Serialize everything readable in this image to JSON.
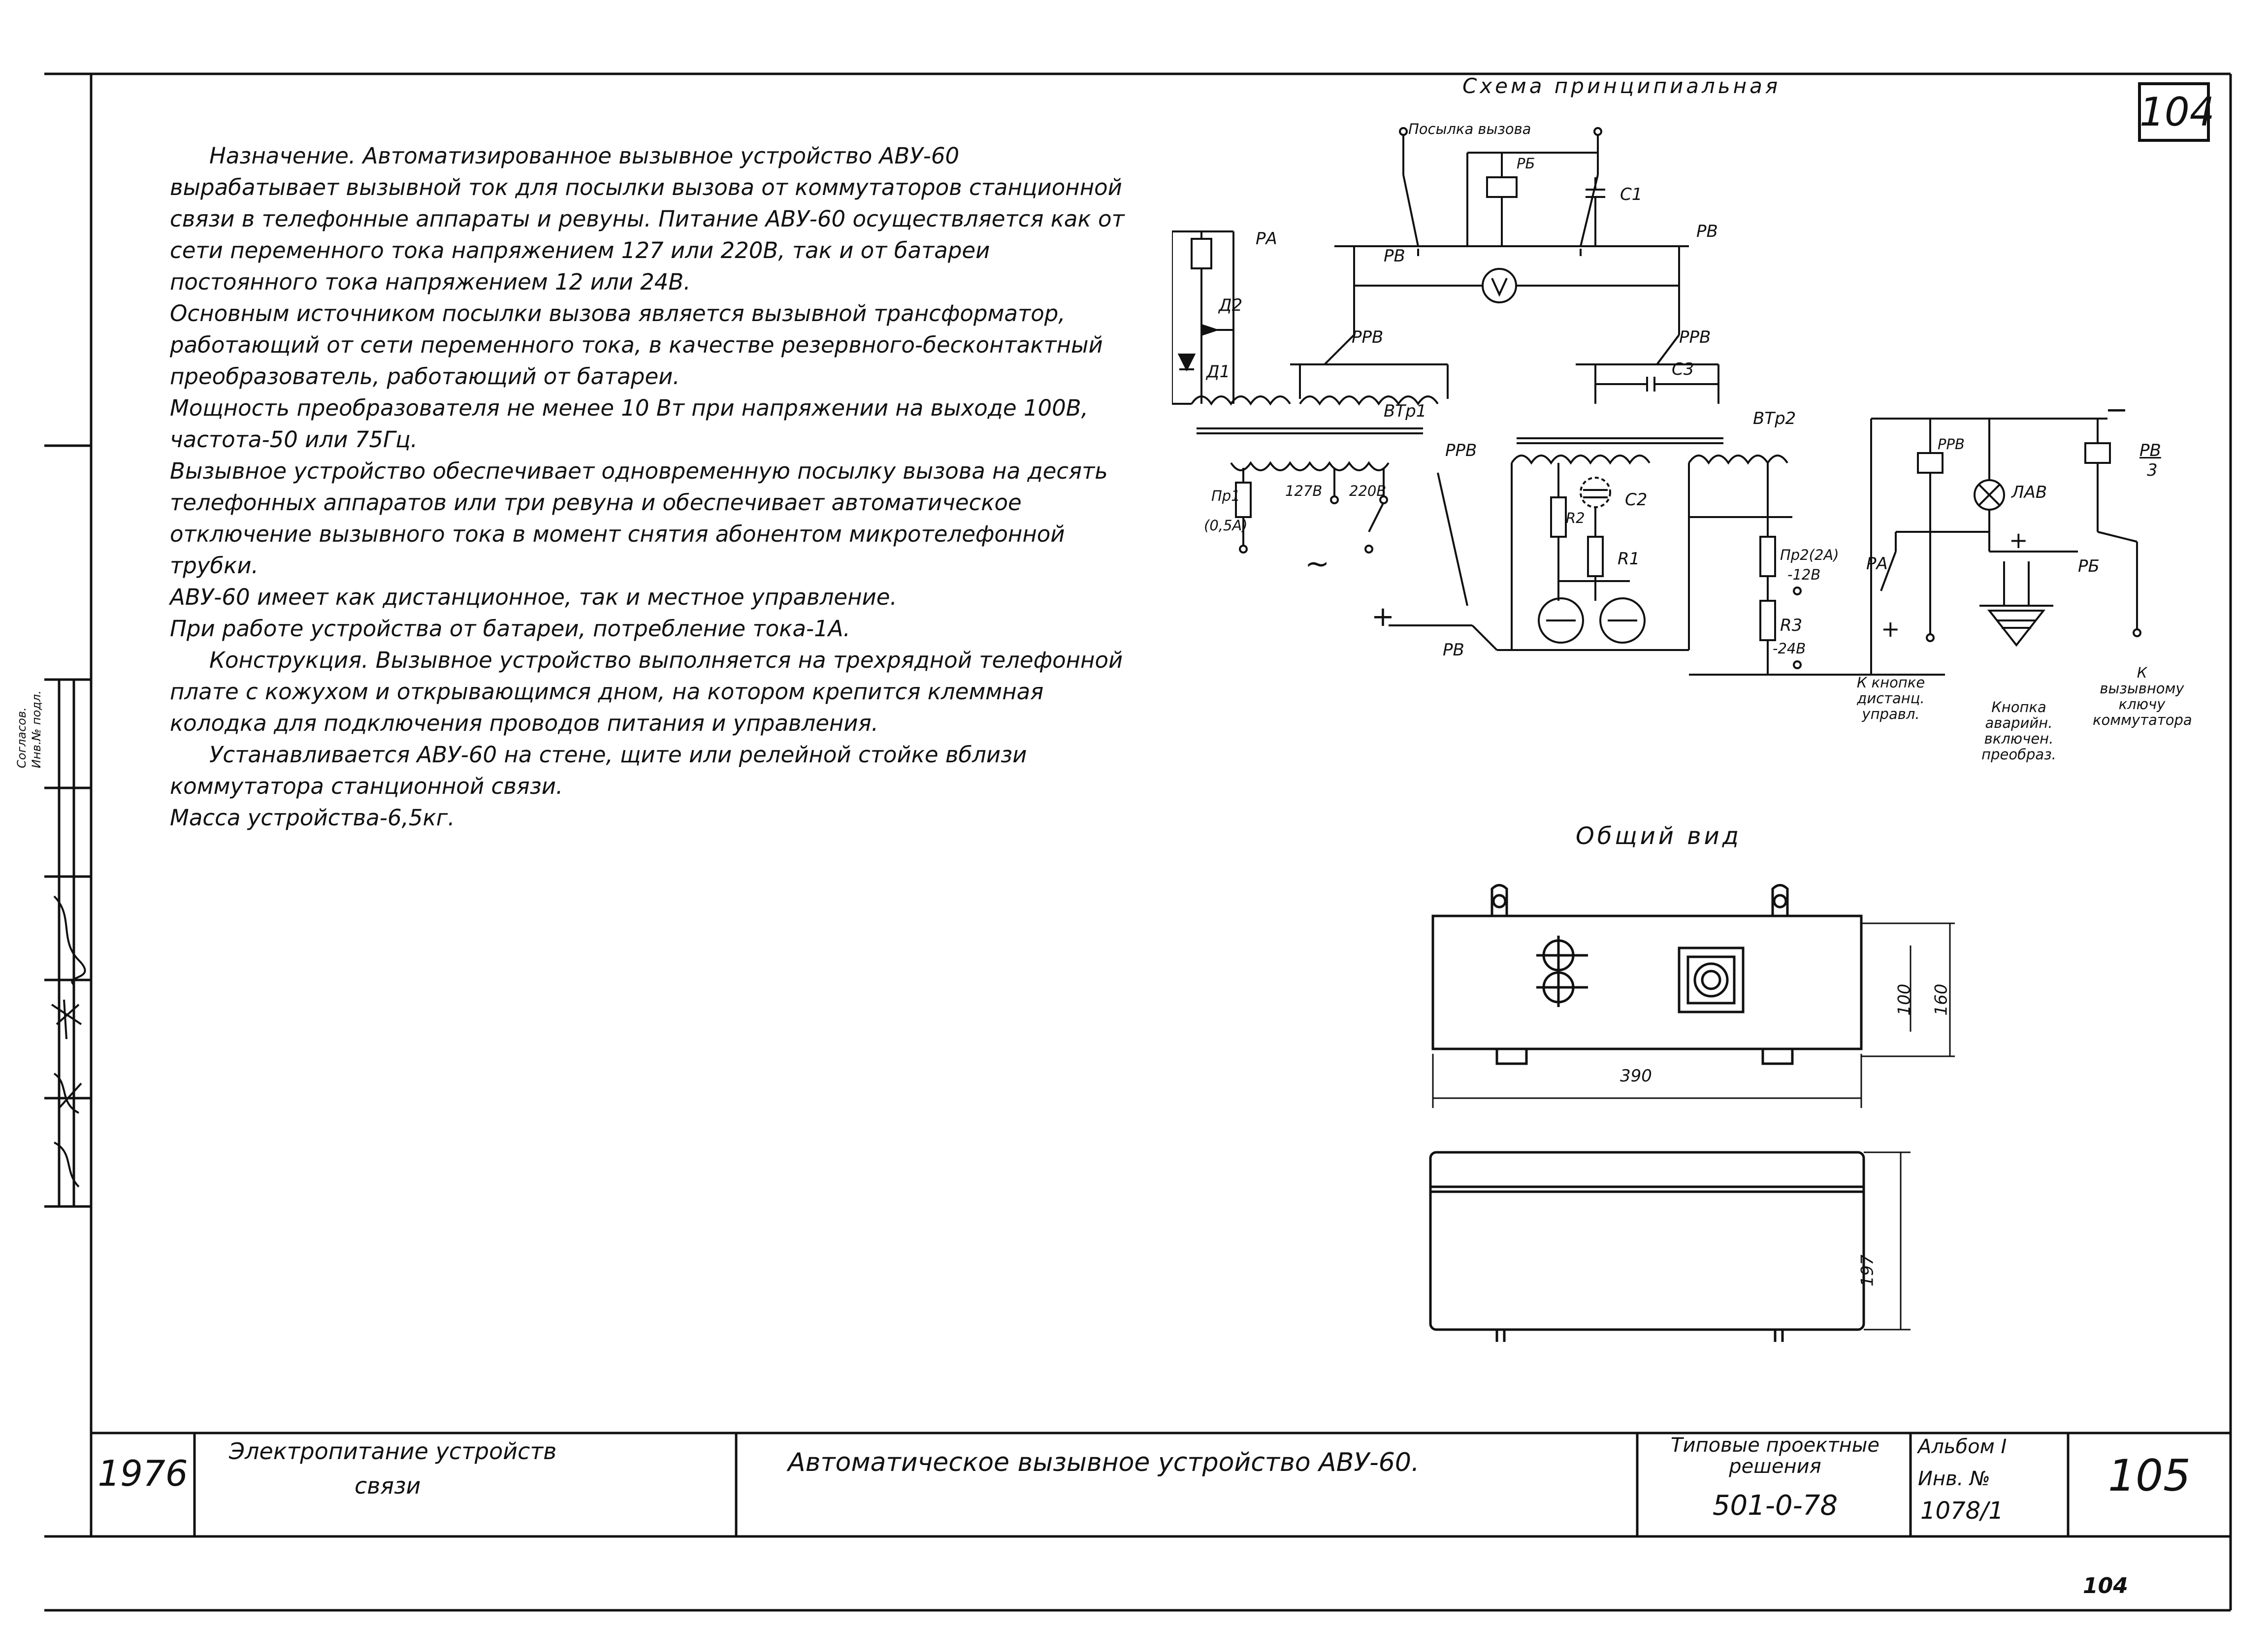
{
  "page_number_box": "104",
  "page_number_bottom": "104",
  "schematic_title": "Схема принципиальная",
  "general_view_title": "Общий вид",
  "description": {
    "p1": "Назначение. Автоматизированное вызывное устройство АВУ-60 вырабатывает вызывной ток для посылки вызова от коммутаторов станционной связи в телефонные аппараты и ревуны. Питание АВУ-60 осуществляется как от сети переменного тока напряжением 127 или 220В, так и от батареи постоянного тока напряжением 12 или 24В.",
    "p2": "Основным источником посылки вызова является вызывной трансформатор, работающий от сети переменного тока, в качестве резервного-бесконтактный преобразователь, работающий от батареи.",
    "p3": "Мощность преобразователя не менее 10 Вт при напряжении на выходе 100В, частота-50 или 75Гц.",
    "p4": "Вызывное устройство обеспечивает одновременную посылку вызова на десять телефонных аппаратов или три ревуна и обеспечивает автоматическое отключение вызывного тока в момент снятия абонентом микротелефонной трубки.",
    "p5": "АВУ-60 имеет как дистанционное, так и местное управление.",
    "p6": "При работе устройства от батареи, потребление тока-1А.",
    "p7": "Конструкция. Вызывное устройство выполняется на трехрядной телефонной плате с кожухом и открывающимся дном, на котором крепится клеммная колодка для подключения проводов питания и управления.",
    "p8": "Устанавливается АВУ-60 на стене, щите или релейной стойке вблизи коммутатора станционной связи.",
    "p9": "Масса устройства-6,5кг."
  },
  "schematic_labels": {
    "posylka": "Посылка вызова",
    "rb": "РБ",
    "c1": "С1",
    "rv_left": "РВ",
    "rv_right": "РВ",
    "ra": "РА",
    "d2": "Д2",
    "d1": "Д1",
    "rrv_left": "РРВ",
    "rrv_right": "РРВ",
    "c3": "С3",
    "vtr1": "ВТр1",
    "vtr2": "ВТр2",
    "rrv_mid": "РРВ",
    "pr1": "Пр1",
    "pr1_rating": "(0,5А)",
    "v127": "127В",
    "v220": "220В",
    "tilde": "~",
    "plus_left": "+",
    "rv_bottom": "РВ",
    "r2": "R2",
    "c2": "С2",
    "r1": "R1",
    "pr2": "Пр2(2А)",
    "minus12": "-12В",
    "r3": "R3",
    "minus24": "-24В",
    "rrv_relay": "РРВ",
    "lav": "ЛАВ",
    "rv3_top": "РВ",
    "rv3_bottom": "3",
    "ra_contact": "РА",
    "rb_contact": "РБ",
    "plus_right1": "+",
    "plus_right2": "+",
    "minus_top": "−",
    "note_remote": "К кнопке дистанц. управл.",
    "note_emergency": "Кнопка аварийн. включен. преобраз.",
    "note_key": "К вызывному ключу коммутатора"
  },
  "dimensions": {
    "d100": "100",
    "d160": "160",
    "d390": "390",
    "d197": "197"
  },
  "title_block": {
    "year": "1976",
    "section_line1": "Электропитание устройств",
    "section_line2": "связи",
    "title": "Автоматическое вызывное устройство АВУ-60.",
    "typical_line1": "Типовые проектные",
    "typical_line2": "решения",
    "doc_number": "501-0-78",
    "album": "Альбом I",
    "inv_label": "Инв. №",
    "inv_number": "1078/1",
    "sheet": "105"
  },
  "margin_stamps": {
    "s1": "Согласов.",
    "s2": "Инв.№ подл."
  }
}
